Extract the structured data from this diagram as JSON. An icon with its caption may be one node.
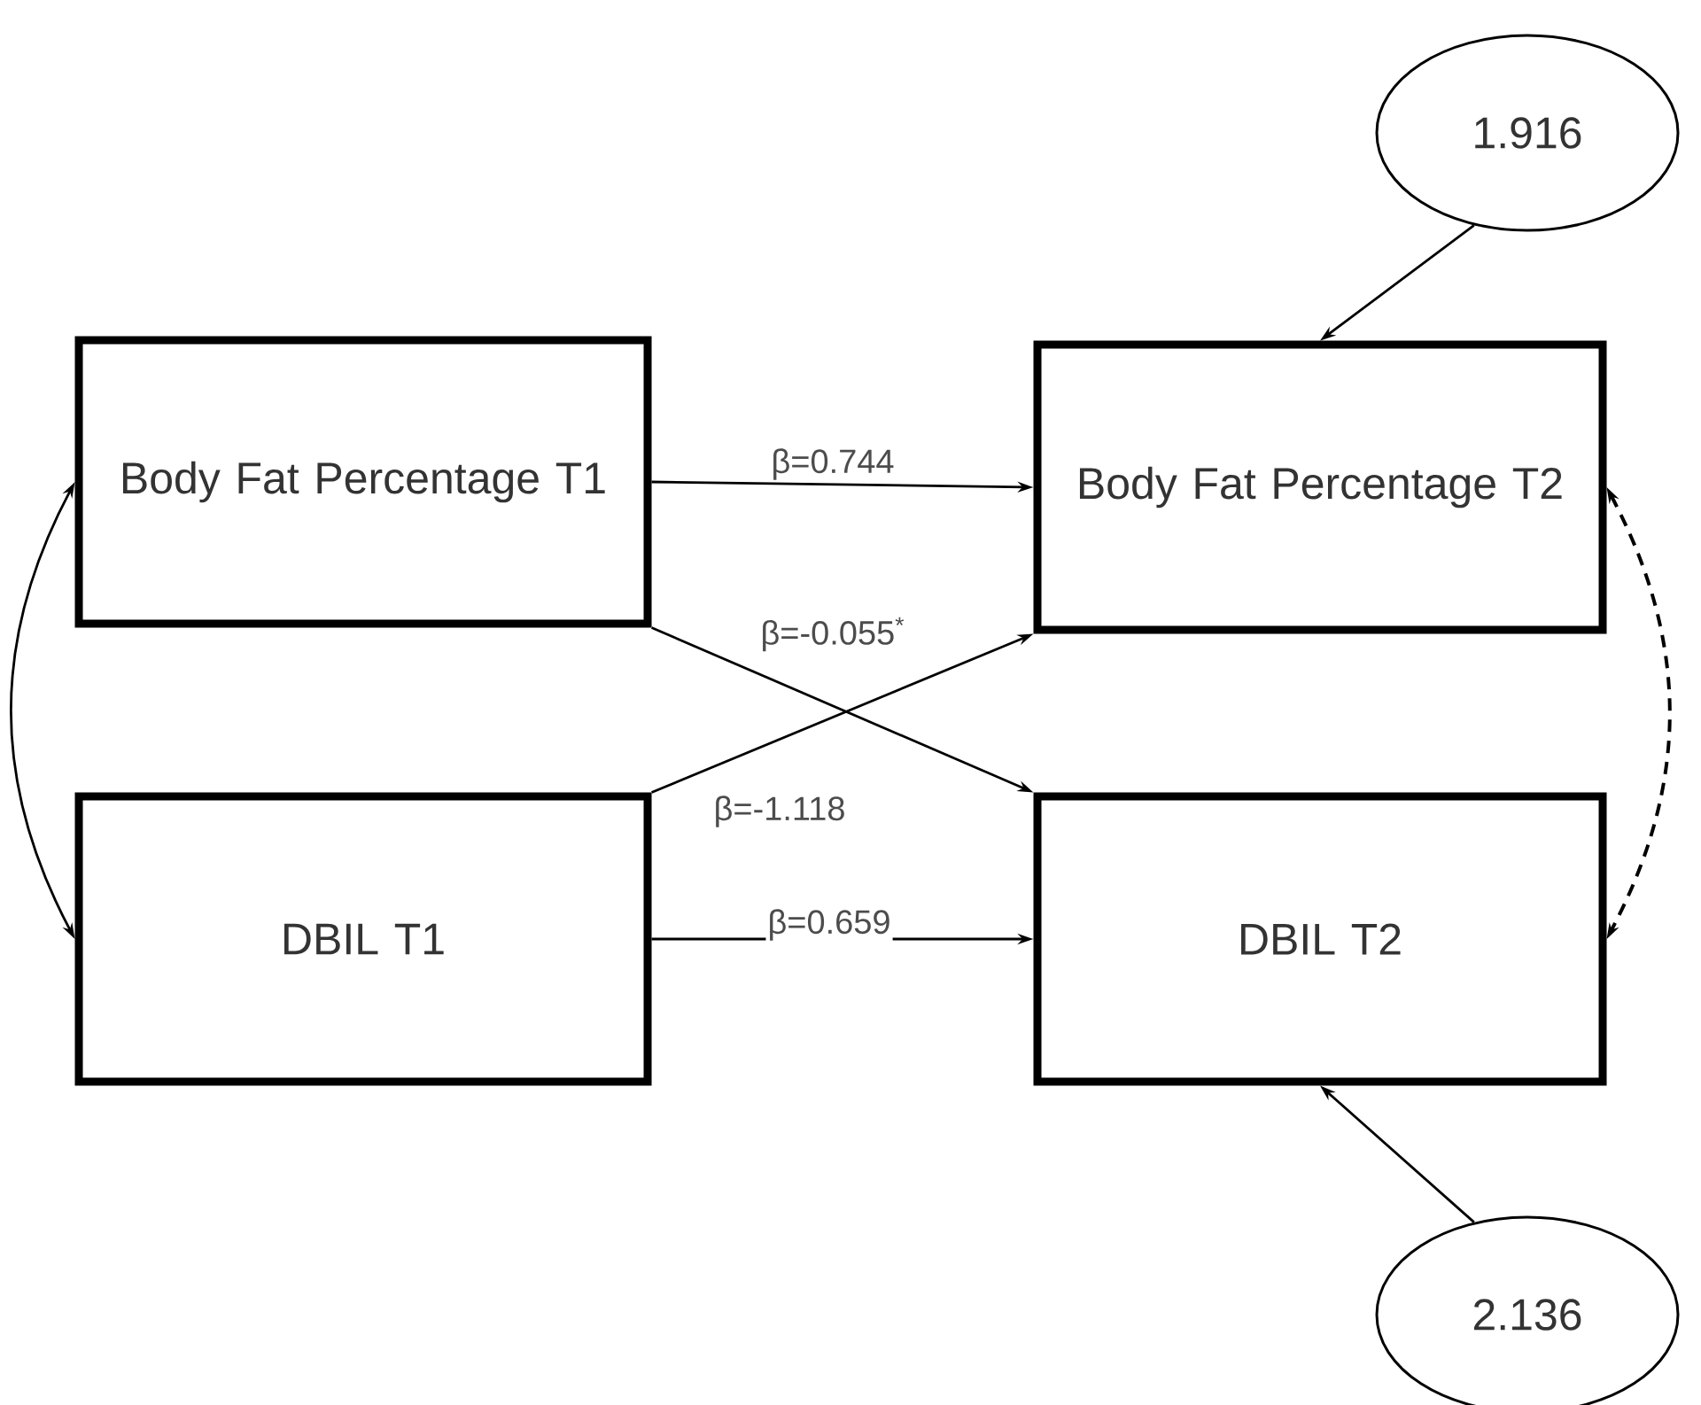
{
  "diagram": {
    "nodes": [
      {
        "text": [
          "Body Fat Percentage T1"
        ]
      },
      {
        "text": [
          "Body Fat Percentage T2"
        ]
      },
      {
        "text": [
          "DBIL T1"
        ]
      },
      {
        "text": [
          "DBIL T2"
        ]
      },
      {
        "text": [
          "1.916"
        ]
      },
      {
        "text": [
          "2.136"
        ]
      }
    ],
    "edges": [
      {
        "from": 0,
        "to": 1,
        "arrow": "to",
        "label": "β=0.744"
      },
      {
        "from": 0,
        "to": 3,
        "arrow": "to",
        "label": "β=-0.055$^{*}$"
      },
      {
        "from": 2,
        "to": 1,
        "arrow": "to",
        "label": "β=-1.118"
      },
      {
        "from": 2,
        "to": 3,
        "arrow": "to",
        "label": "β=0.659"
      },
      {
        "from": 4,
        "to": 1,
        "arrow": "to"
      },
      {
        "from": 5,
        "to": 3,
        "arrow": "to"
      },
      {
        "from": 0,
        "to": 2,
        "arrow": "both"
      },
      {
        "from": 1,
        "to": 3,
        "arrow": "both",
        "style": "dashed"
      }
    ]
  }
}
